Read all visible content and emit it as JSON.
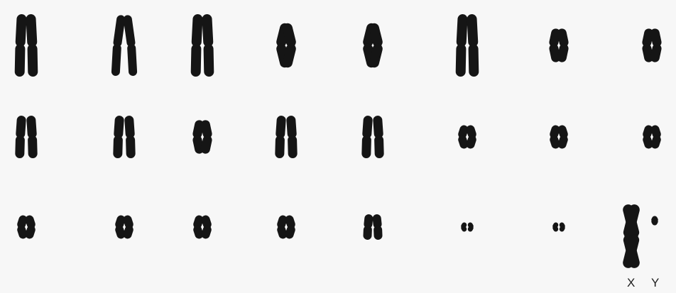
{
  "karyotype": {
    "ink_color": "#151515",
    "background_color": "#f7f7f7",
    "rows": [
      {
        "pairs": [
          {
            "shape": "tall-straight"
          },
          {
            "shape": "tall-spread"
          },
          {
            "shape": "tall-straight"
          },
          {
            "shape": "tall-x"
          },
          {
            "shape": "tall-x"
          },
          {
            "shape": "tall-straight"
          },
          {
            "shape": "medium-x"
          },
          {
            "shape": "medium-x"
          }
        ]
      },
      {
        "pairs": [
          {
            "shape": "medium-straight"
          },
          {
            "shape": "medium-straight"
          },
          {
            "shape": "medium-x"
          },
          {
            "shape": "medium-straight"
          },
          {
            "shape": "medium-straight"
          },
          {
            "shape": "small-x"
          },
          {
            "shape": "small-x"
          },
          {
            "shape": "small-x"
          }
        ]
      },
      {
        "pairs": [
          {
            "shape": "small-x"
          },
          {
            "shape": "small-x"
          },
          {
            "shape": "small-x"
          },
          {
            "shape": "small-x"
          },
          {
            "shape": "small-straight"
          },
          {
            "shape": "tiny-x"
          },
          {
            "shape": "tiny-x"
          }
        ]
      }
    ],
    "sex_chromosomes": {
      "x_label": "X",
      "y_label": "Y"
    }
  }
}
